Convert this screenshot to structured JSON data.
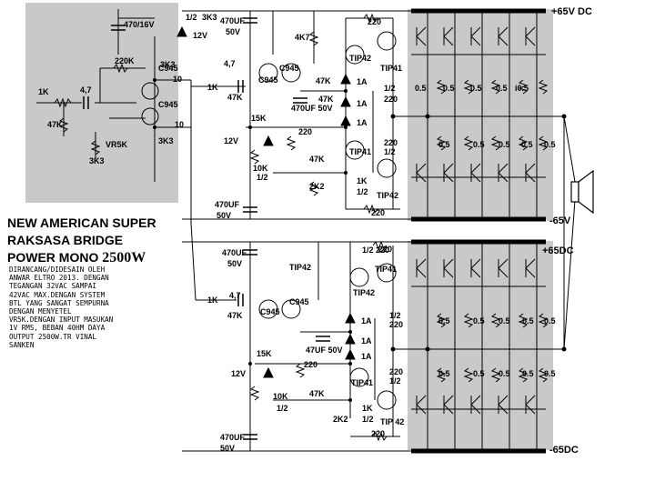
{
  "title": {
    "line1": "NEW AMERICAN SUPER",
    "line2": "RAKSASA BRIDGE",
    "line3_prefix": "POWER MONO",
    "line3_power": "2500W"
  },
  "description": "DIRANCANG/DIDESAIN OLEH\nANWAR ELTRO 2013. DENGAN\nTEGANGAN 32VAC SAMPAI\n42VAC MAX.DENGAN SYSTEM\nBTL YANG SANGAT SEMPURNA\nDENGAN MENYETEL\nVR5K.DENGAN INPUT MASUKAN\n1V RMS, BEBAN 40HM DAYA\nOUTPUT 2500W.TR VINAL\nSANKEN",
  "rails": {
    "top_pos": "+65V DC",
    "top_neg": "-65V",
    "bot_pos": "+65DC",
    "bot_neg": "-65DC"
  },
  "input_stage": {
    "cap": "470/16V",
    "r_in": "1K",
    "c_in": "4,7",
    "r_gnd": "47K",
    "r_fb": "220K",
    "q": "C945",
    "r1": "3K3",
    "r2": "3K3",
    "r3": "3K3",
    "vr": "VR5K",
    "r_vr": "3K3",
    "r_out1": "10",
    "r_out2": "10",
    "zener_r": "1/2",
    "zener_r2": "3K3",
    "zener_v": "12V"
  },
  "upper": {
    "r_in": "1K",
    "c_in": "4,7",
    "r_gnd": "47K",
    "q_diff": "C945",
    "q_diff2": "C945",
    "r_15k": "15K",
    "zener": "12V",
    "r_10k": "10K",
    "r_10k_w": "1/2",
    "cap_main": "470UF",
    "cap_v": "50V",
    "cap_top": "470UF",
    "cap_top_v": "50V",
    "r_4k7": "4K7",
    "r_47k_a": "47K",
    "r_47k_b": "47K",
    "cap_mid": "470UF 50V",
    "r_220_a": "220",
    "r_220_b": "220",
    "r_220_c": "220",
    "r_220_d": "220",
    "r_220_e": "220",
    "r_2k2": "2K2",
    "r_1k": "1K",
    "r_1k_w": "1/2",
    "half_a": "1/2",
    "half_b": "1/2",
    "half_c": "1/2",
    "d1": "1A",
    "d2": "1A",
    "d3": "1A",
    "t1": "TIP42",
    "t2": "TIP41",
    "t3": "TIP41",
    "t4": "TIP42",
    "emitter": [
      "0.5",
      "0.5",
      "0.5",
      "0.5",
      "i0.5"
    ],
    "emitter_low": [
      "0.5",
      "0.5",
      "0.5",
      "0.5",
      "0.5"
    ]
  },
  "lower": {
    "r_in": "1K",
    "c_in": "4,7",
    "r_gnd": "47K",
    "q_diff": "C945",
    "cap_top": "470UF",
    "cap_top_v": "50V",
    "r_15k": "15K",
    "zener": "12V",
    "r_10k": "10K",
    "r_10k_w": "1/2",
    "cap_main": "470UF",
    "cap_v": "50V",
    "cap_mid": "47UF 50V",
    "r_220_a": "220",
    "r_220_b": "220",
    "r_220_c": "220",
    "r_220_d": "220",
    "r_220_e": "1/2 220",
    "r_47k": "47K",
    "r_2k2": "2K2",
    "r_1k": "1K",
    "r_1k_w": "1/2",
    "half_a": "1/2",
    "half_b": "1/2",
    "d1": "1A",
    "d2": "1A",
    "d3": "1A",
    "t1": "TIP42",
    "t2": "TIP41",
    "t3": "TIP42",
    "t4": "TIP41",
    "t5": "TIP 42",
    "emitter": [
      "0.5",
      "0.5",
      "0.5",
      "0.5",
      "0.5"
    ],
    "emitter_low": [
      "0.5",
      "0.5",
      "0.5",
      "0.5",
      "0.5"
    ]
  }
}
